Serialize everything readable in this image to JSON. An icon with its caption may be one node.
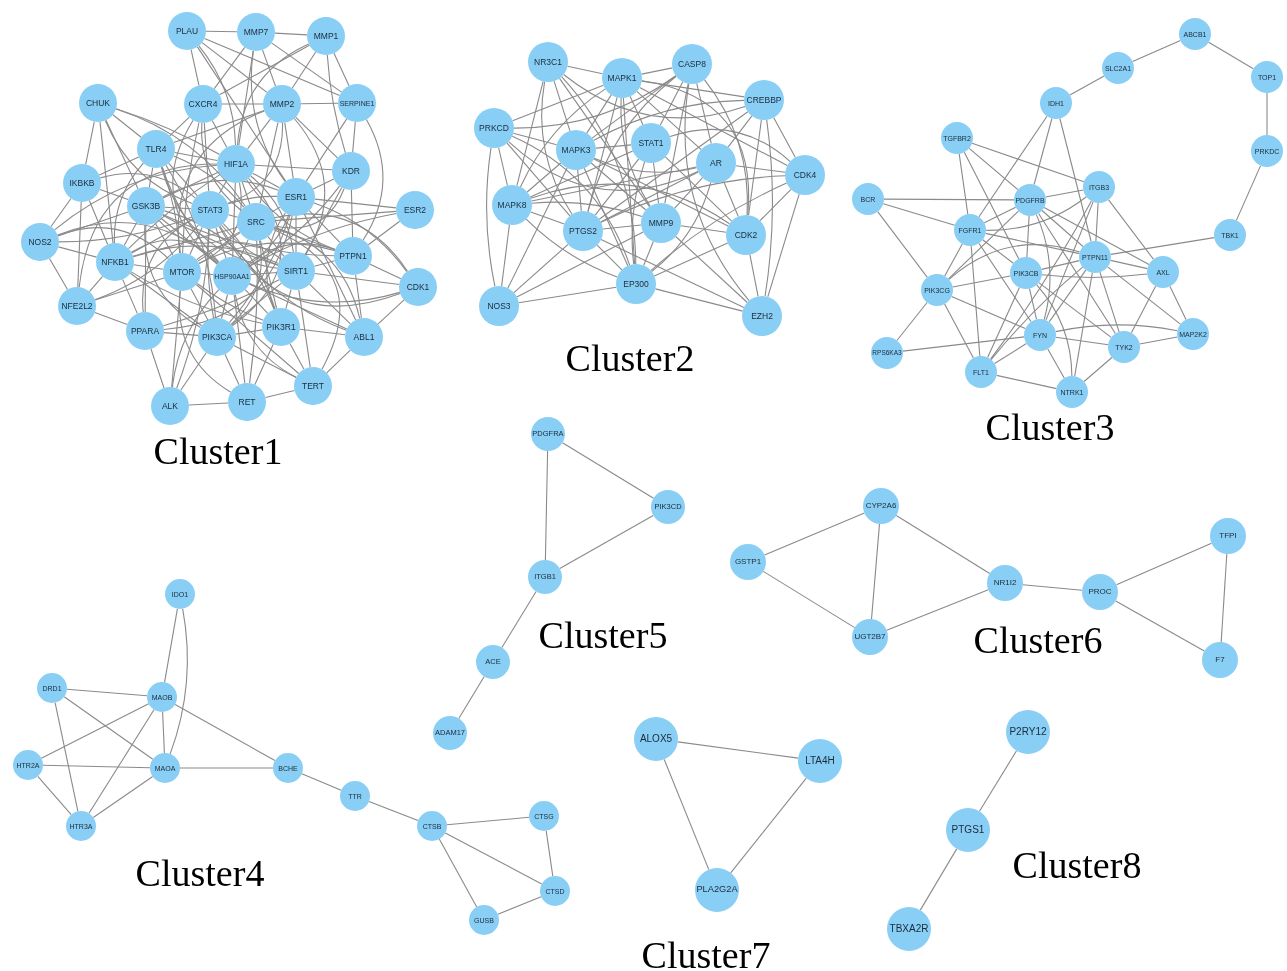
{
  "diagram": {
    "nodes": [
      {
        "text": [
          "PLAU"
        ]
      },
      {
        "text": [
          "MMP7"
        ]
      },
      {
        "text": [
          "MMP1"
        ]
      },
      {
        "text": [
          "CHUK"
        ]
      },
      {
        "text": [
          "CXCR4"
        ]
      },
      {
        "text": [
          "MMP2"
        ]
      },
      {
        "text": [
          "SERPINE1"
        ]
      },
      {
        "text": [
          "TLR4"
        ]
      },
      {
        "text": [
          "HIF1A"
        ]
      },
      {
        "text": [
          "KDR"
        ]
      },
      {
        "text": [
          "IKBKB"
        ]
      },
      {
        "text": [
          "GSK3B"
        ]
      },
      {
        "text": [
          "STAT3"
        ]
      },
      {
        "text": [
          "SRC"
        ]
      },
      {
        "text": [
          "ESR1"
        ]
      },
      {
        "text": [
          "ESR2"
        ]
      },
      {
        "text": [
          "NOS2"
        ]
      },
      {
        "text": [
          "NFKB1"
        ]
      },
      {
        "text": [
          "MTOR"
        ]
      },
      {
        "text": [
          "HSP90AA1"
        ]
      },
      {
        "text": [
          "SIRT1"
        ]
      },
      {
        "text": [
          "PTPN1"
        ]
      },
      {
        "text": [
          "CDK1"
        ]
      },
      {
        "text": [
          "NFE2L2"
        ]
      },
      {
        "text": [
          "PPARA"
        ]
      },
      {
        "text": [
          "PIK3CA"
        ]
      },
      {
        "text": [
          "PIK3R1"
        ]
      },
      {
        "text": [
          "ABL1"
        ]
      },
      {
        "text": [
          "TERT"
        ]
      },
      {
        "text": [
          "RET"
        ]
      },
      {
        "text": [
          "ALK"
        ]
      },
      {
        "text": [
          "NR3C1"
        ]
      },
      {
        "text": [
          "MAPK1"
        ]
      },
      {
        "text": [
          "CASP8"
        ]
      },
      {
        "text": [
          "CREBBP"
        ]
      },
      {
        "text": [
          "PRKCD"
        ]
      },
      {
        "text": [
          "MAPK3"
        ]
      },
      {
        "text": [
          "STAT1"
        ]
      },
      {
        "text": [
          "AR"
        ]
      },
      {
        "text": [
          "CDK4"
        ]
      },
      {
        "text": [
          "MAPK8"
        ]
      },
      {
        "text": [
          "PTGS2"
        ]
      },
      {
        "text": [
          "MMP9"
        ]
      },
      {
        "text": [
          "CDK2"
        ]
      },
      {
        "text": [
          "EP300"
        ]
      },
      {
        "text": [
          "NOS3"
        ]
      },
      {
        "text": [
          "EZH2"
        ]
      },
      {
        "text": [
          "ABCB1"
        ]
      },
      {
        "text": [
          "TOP1"
        ]
      },
      {
        "text": [
          "SLC2A1"
        ]
      },
      {
        "text": [
          "IDH1"
        ]
      },
      {
        "text": [
          "PRKDC"
        ]
      },
      {
        "text": [
          "TGFBR2"
        ]
      },
      {
        "text": [
          "ITGB3"
        ]
      },
      {
        "text": [
          "BCR"
        ]
      },
      {
        "text": [
          "PDGFRB"
        ]
      },
      {
        "text": [
          "FGFR1"
        ]
      },
      {
        "text": [
          "TBK1"
        ]
      },
      {
        "text": [
          "PTPN11"
        ]
      },
      {
        "text": [
          "AXL"
        ]
      },
      {
        "text": [
          "PIK3CB"
        ]
      },
      {
        "text": [
          "PIK3CG"
        ]
      },
      {
        "text": [
          "FYN"
        ]
      },
      {
        "text": [
          "MAP2K2"
        ]
      },
      {
        "text": [
          "TYK2"
        ]
      },
      {
        "text": [
          "RPS6KA3"
        ]
      },
      {
        "text": [
          "FLT1"
        ]
      },
      {
        "text": [
          "NTRK1"
        ]
      },
      {
        "text": [
          "IDO1"
        ]
      },
      {
        "text": [
          "DRD1"
        ]
      },
      {
        "text": [
          "MAOB"
        ]
      },
      {
        "text": [
          "HTR2A"
        ]
      },
      {
        "text": [
          "MAOA"
        ]
      },
      {
        "text": [
          "BCHE"
        ]
      },
      {
        "text": [
          "TTR"
        ]
      },
      {
        "text": [
          "HTR3A"
        ]
      },
      {
        "text": [
          "CTSB"
        ]
      },
      {
        "text": [
          "CTSG"
        ]
      },
      {
        "text": [
          "CTSD"
        ]
      },
      {
        "text": [
          "GUSB"
        ]
      },
      {
        "text": [
          "PDGFRA"
        ]
      },
      {
        "text": [
          "PIK3CD"
        ]
      },
      {
        "text": [
          "ITGB1"
        ]
      },
      {
        "text": [
          "ACE"
        ]
      },
      {
        "text": [
          "ADAM17"
        ]
      },
      {
        "text": [
          "CYP2A6"
        ]
      },
      {
        "text": [
          "TFPI"
        ]
      },
      {
        "text": [
          "GSTP1"
        ]
      },
      {
        "text": [
          "NR1I2"
        ]
      },
      {
        "text": [
          "PROC"
        ]
      },
      {
        "text": [
          "UGT2B7"
        ]
      },
      {
        "text": [
          "F7"
        ]
      },
      {
        "text": [
          "ALOX5"
        ]
      },
      {
        "text": [
          "LTA4H"
        ]
      },
      {
        "text": [
          "PLA2G2A"
        ]
      },
      {
        "text": [
          "P2RY12"
        ]
      },
      {
        "text": [
          "PTGS1"
        ]
      },
      {
        "text": [
          "TBXA2R"
        ]
      }
    ],
    "edges": [
      {
        "from": 0,
        "to": 1,
        "arrow": "none"
      },
      {
        "from": 0,
        "to": 4,
        "arrow": "none"
      },
      {
        "from": 0,
        "to": 5,
        "arrow": "none"
      },
      {
        "from": 0,
        "to": 6,
        "arrow": "none"
      },
      {
        "from": 0,
        "to": 8,
        "arrow": "none"
      },
      {
        "from": 0,
        "to": 14,
        "arrow": "none"
      },
      {
        "from": 1,
        "to": 2,
        "arrow": "none"
      },
      {
        "from": 1,
        "to": 4,
        "arrow": "none"
      },
      {
        "from": 1,
        "to": 5,
        "arrow": "none"
      },
      {
        "from": 1,
        "to": 6,
        "arrow": "none"
      },
      {
        "from": 1,
        "to": 8,
        "arrow": "none"
      },
      {
        "from": 1,
        "to": 14,
        "arrow": "none"
      },
      {
        "from": 2,
        "to": 4,
        "arrow": "none"
      },
      {
        "from": 2,
        "to": 5,
        "arrow": "none"
      },
      {
        "from": 2,
        "to": 6,
        "arrow": "none"
      },
      {
        "from": 2,
        "to": 8,
        "arrow": "none"
      },
      {
        "from": 2,
        "to": 9,
        "arrow": "none"
      },
      {
        "from": 3,
        "to": 7,
        "arrow": "none"
      },
      {
        "from": 3,
        "to": 8,
        "arrow": "none"
      },
      {
        "from": 3,
        "to": 10,
        "arrow": "none"
      },
      {
        "from": 3,
        "to": 11,
        "arrow": "none"
      },
      {
        "from": 3,
        "to": 12,
        "arrow": "none"
      },
      {
        "from": 3,
        "to": 13,
        "arrow": "none"
      },
      {
        "from": 3,
        "to": 17,
        "arrow": "none"
      },
      {
        "from": 4,
        "to": 5,
        "arrow": "none"
      },
      {
        "from": 4,
        "to": 7,
        "arrow": "none"
      },
      {
        "from": 4,
        "to": 8,
        "arrow": "none"
      },
      {
        "from": 4,
        "to": 12,
        "arrow": "none"
      },
      {
        "from": 4,
        "to": 13,
        "arrow": "none"
      },
      {
        "from": 4,
        "to": 18,
        "arrow": "none"
      },
      {
        "from": 4,
        "to": 19,
        "arrow": "none"
      },
      {
        "from": 5,
        "to": 6,
        "arrow": "none"
      },
      {
        "from": 5,
        "to": 7,
        "arrow": "none"
      },
      {
        "from": 5,
        "to": 8,
        "arrow": "none"
      },
      {
        "from": 5,
        "to": 9,
        "arrow": "none"
      },
      {
        "from": 5,
        "to": 12,
        "arrow": "none"
      },
      {
        "from": 5,
        "to": 13,
        "arrow": "none"
      },
      {
        "from": 5,
        "to": 14,
        "arrow": "none"
      },
      {
        "from": 5,
        "to": 18,
        "arrow": "none"
      },
      {
        "from": 5,
        "to": 20,
        "arrow": "none"
      },
      {
        "from": 6,
        "to": 9,
        "arrow": "none"
      },
      {
        "from": 6,
        "to": 14,
        "arrow": "none"
      },
      {
        "from": 6,
        "to": 21,
        "arrow": "none"
      },
      {
        "from": 7,
        "to": 8,
        "arrow": "none"
      },
      {
        "from": 7,
        "to": 10,
        "arrow": "none"
      },
      {
        "from": 7,
        "to": 11,
        "arrow": "none"
      },
      {
        "from": 7,
        "to": 12,
        "arrow": "none"
      },
      {
        "from": 7,
        "to": 13,
        "arrow": "none"
      },
      {
        "from": 7,
        "to": 17,
        "arrow": "none"
      },
      {
        "from": 7,
        "to": 18,
        "arrow": "none"
      },
      {
        "from": 7,
        "to": 19,
        "arrow": "none"
      },
      {
        "from": 7,
        "to": 20,
        "arrow": "none"
      },
      {
        "from": 7,
        "to": 25,
        "arrow": "none"
      },
      {
        "from": 8,
        "to": 9,
        "arrow": "none"
      },
      {
        "from": 8,
        "to": 11,
        "arrow": "none"
      },
      {
        "from": 8,
        "to": 12,
        "arrow": "none"
      },
      {
        "from": 8,
        "to": 13,
        "arrow": "none"
      },
      {
        "from": 8,
        "to": 14,
        "arrow": "none"
      },
      {
        "from": 8,
        "to": 16,
        "arrow": "none"
      },
      {
        "from": 8,
        "to": 17,
        "arrow": "none"
      },
      {
        "from": 8,
        "to": 18,
        "arrow": "none"
      },
      {
        "from": 8,
        "to": 19,
        "arrow": "none"
      },
      {
        "from": 8,
        "to": 20,
        "arrow": "none"
      },
      {
        "from": 8,
        "to": 21,
        "arrow": "none"
      },
      {
        "from": 8,
        "to": 23,
        "arrow": "none"
      },
      {
        "from": 8,
        "to": 25,
        "arrow": "none"
      },
      {
        "from": 9,
        "to": 13,
        "arrow": "none"
      },
      {
        "from": 9,
        "to": 14,
        "arrow": "none"
      },
      {
        "from": 9,
        "to": 19,
        "arrow": "none"
      },
      {
        "from": 9,
        "to": 20,
        "arrow": "none"
      },
      {
        "from": 9,
        "to": 21,
        "arrow": "none"
      },
      {
        "from": 10,
        "to": 11,
        "arrow": "none"
      },
      {
        "from": 10,
        "to": 12,
        "arrow": "none"
      },
      {
        "from": 10,
        "to": 16,
        "arrow": "none"
      },
      {
        "from": 10,
        "to": 17,
        "arrow": "none"
      },
      {
        "from": 10,
        "to": 23,
        "arrow": "none"
      },
      {
        "from": 11,
        "to": 12,
        "arrow": "none"
      },
      {
        "from": 11,
        "to": 13,
        "arrow": "none"
      },
      {
        "from": 11,
        "to": 14,
        "arrow": "none"
      },
      {
        "from": 11,
        "to": 16,
        "arrow": "none"
      },
      {
        "from": 11,
        "to": 17,
        "arrow": "none"
      },
      {
        "from": 11,
        "to": 18,
        "arrow": "none"
      },
      {
        "from": 11,
        "to": 19,
        "arrow": "none"
      },
      {
        "from": 11,
        "to": 20,
        "arrow": "none"
      },
      {
        "from": 11,
        "to": 21,
        "arrow": "none"
      },
      {
        "from": 11,
        "to": 24,
        "arrow": "none"
      },
      {
        "from": 11,
        "to": 25,
        "arrow": "none"
      },
      {
        "from": 11,
        "to": 26,
        "arrow": "none"
      },
      {
        "from": 12,
        "to": 13,
        "arrow": "none"
      },
      {
        "from": 12,
        "to": 14,
        "arrow": "none"
      },
      {
        "from": 12,
        "to": 16,
        "arrow": "none"
      },
      {
        "from": 12,
        "to": 17,
        "arrow": "none"
      },
      {
        "from": 12,
        "to": 18,
        "arrow": "none"
      },
      {
        "from": 12,
        "to": 19,
        "arrow": "none"
      },
      {
        "from": 12,
        "to": 20,
        "arrow": "none"
      },
      {
        "from": 12,
        "to": 22,
        "arrow": "none"
      },
      {
        "from": 12,
        "to": 23,
        "arrow": "none"
      },
      {
        "from": 12,
        "to": 24,
        "arrow": "none"
      },
      {
        "from": 12,
        "to": 25,
        "arrow": "none"
      },
      {
        "from": 12,
        "to": 26,
        "arrow": "none"
      },
      {
        "from": 12,
        "to": 27,
        "arrow": "none"
      },
      {
        "from": 12,
        "to": 30,
        "arrow": "none"
      },
      {
        "from": 13,
        "to": 14,
        "arrow": "none"
      },
      {
        "from": 13,
        "to": 15,
        "arrow": "none"
      },
      {
        "from": 13,
        "to": 17,
        "arrow": "none"
      },
      {
        "from": 13,
        "to": 18,
        "arrow": "none"
      },
      {
        "from": 13,
        "to": 19,
        "arrow": "none"
      },
      {
        "from": 13,
        "to": 20,
        "arrow": "none"
      },
      {
        "from": 13,
        "to": 21,
        "arrow": "none"
      },
      {
        "from": 13,
        "to": 22,
        "arrow": "none"
      },
      {
        "from": 13,
        "to": 25,
        "arrow": "none"
      },
      {
        "from": 13,
        "to": 26,
        "arrow": "none"
      },
      {
        "from": 13,
        "to": 27,
        "arrow": "none"
      },
      {
        "from": 13,
        "to": 28,
        "arrow": "none"
      },
      {
        "from": 13,
        "to": 29,
        "arrow": "none"
      },
      {
        "from": 14,
        "to": 15,
        "arrow": "none"
      },
      {
        "from": 14,
        "to": 19,
        "arrow": "none"
      },
      {
        "from": 14,
        "to": 20,
        "arrow": "none"
      },
      {
        "from": 14,
        "to": 21,
        "arrow": "none"
      },
      {
        "from": 14,
        "to": 22,
        "arrow": "none"
      },
      {
        "from": 14,
        "to": 24,
        "arrow": "none"
      },
      {
        "from": 14,
        "to": 25,
        "arrow": "none"
      },
      {
        "from": 14,
        "to": 26,
        "arrow": "none"
      },
      {
        "from": 14,
        "to": 27,
        "arrow": "none"
      },
      {
        "from": 15,
        "to": 19,
        "arrow": "none"
      },
      {
        "from": 15,
        "to": 21,
        "arrow": "none"
      },
      {
        "from": 16,
        "to": 17,
        "arrow": "none"
      },
      {
        "from": 16,
        "to": 18,
        "arrow": "none"
      },
      {
        "from": 16,
        "to": 19,
        "arrow": "none"
      },
      {
        "from": 16,
        "to": 23,
        "arrow": "none"
      },
      {
        "from": 17,
        "to": 18,
        "arrow": "none"
      },
      {
        "from": 17,
        "to": 19,
        "arrow": "none"
      },
      {
        "from": 17,
        "to": 20,
        "arrow": "none"
      },
      {
        "from": 17,
        "to": 23,
        "arrow": "none"
      },
      {
        "from": 17,
        "to": 24,
        "arrow": "none"
      },
      {
        "from": 17,
        "to": 25,
        "arrow": "none"
      },
      {
        "from": 17,
        "to": 26,
        "arrow": "none"
      },
      {
        "from": 18,
        "to": 19,
        "arrow": "none"
      },
      {
        "from": 18,
        "to": 20,
        "arrow": "none"
      },
      {
        "from": 18,
        "to": 21,
        "arrow": "none"
      },
      {
        "from": 18,
        "to": 23,
        "arrow": "none"
      },
      {
        "from": 18,
        "to": 25,
        "arrow": "none"
      },
      {
        "from": 18,
        "to": 26,
        "arrow": "none"
      },
      {
        "from": 18,
        "to": 28,
        "arrow": "none"
      },
      {
        "from": 18,
        "to": 29,
        "arrow": "none"
      },
      {
        "from": 18,
        "to": 30,
        "arrow": "none"
      },
      {
        "from": 19,
        "to": 20,
        "arrow": "none"
      },
      {
        "from": 19,
        "to": 21,
        "arrow": "none"
      },
      {
        "from": 19,
        "to": 22,
        "arrow": "none"
      },
      {
        "from": 19,
        "to": 25,
        "arrow": "none"
      },
      {
        "from": 19,
        "to": 26,
        "arrow": "none"
      },
      {
        "from": 19,
        "to": 27,
        "arrow": "none"
      },
      {
        "from": 19,
        "to": 28,
        "arrow": "none"
      },
      {
        "from": 19,
        "to": 29,
        "arrow": "none"
      },
      {
        "from": 19,
        "to": 30,
        "arrow": "none"
      },
      {
        "from": 20,
        "to": 21,
        "arrow": "none"
      },
      {
        "from": 20,
        "to": 22,
        "arrow": "none"
      },
      {
        "from": 20,
        "to": 24,
        "arrow": "none"
      },
      {
        "from": 20,
        "to": 25,
        "arrow": "none"
      },
      {
        "from": 20,
        "to": 26,
        "arrow": "none"
      },
      {
        "from": 20,
        "to": 27,
        "arrow": "none"
      },
      {
        "from": 20,
        "to": 28,
        "arrow": "none"
      },
      {
        "from": 21,
        "to": 22,
        "arrow": "none"
      },
      {
        "from": 21,
        "to": 27,
        "arrow": "none"
      },
      {
        "from": 22,
        "to": 27,
        "arrow": "none"
      },
      {
        "from": 23,
        "to": 24,
        "arrow": "none"
      },
      {
        "from": 24,
        "to": 25,
        "arrow": "none"
      },
      {
        "from": 24,
        "to": 30,
        "arrow": "none"
      },
      {
        "from": 25,
        "to": 26,
        "arrow": "none"
      },
      {
        "from": 25,
        "to": 28,
        "arrow": "none"
      },
      {
        "from": 25,
        "to": 29,
        "arrow": "none"
      },
      {
        "from": 25,
        "to": 30,
        "arrow": "none"
      },
      {
        "from": 26,
        "to": 27,
        "arrow": "none"
      },
      {
        "from": 26,
        "to": 28,
        "arrow": "none"
      },
      {
        "from": 26,
        "to": 29,
        "arrow": "none"
      },
      {
        "from": 27,
        "to": 28,
        "arrow": "none"
      },
      {
        "from": 28,
        "to": 29,
        "arrow": "none"
      },
      {
        "from": 29,
        "to": 30,
        "arrow": "none"
      },
      {
        "from": 31,
        "to": 32,
        "arrow": "none"
      },
      {
        "from": 31,
        "to": 34,
        "arrow": "none"
      },
      {
        "from": 31,
        "to": 36,
        "arrow": "none"
      },
      {
        "from": 31,
        "to": 40,
        "arrow": "none"
      },
      {
        "from": 31,
        "to": 41,
        "arrow": "none"
      },
      {
        "from": 31,
        "to": 42,
        "arrow": "none"
      },
      {
        "from": 31,
        "to": 44,
        "arrow": "none"
      },
      {
        "from": 32,
        "to": 33,
        "arrow": "none"
      },
      {
        "from": 32,
        "to": 34,
        "arrow": "none"
      },
      {
        "from": 32,
        "to": 35,
        "arrow": "none"
      },
      {
        "from": 32,
        "to": 36,
        "arrow": "none"
      },
      {
        "from": 32,
        "to": 37,
        "arrow": "none"
      },
      {
        "from": 32,
        "to": 38,
        "arrow": "none"
      },
      {
        "from": 32,
        "to": 39,
        "arrow": "none"
      },
      {
        "from": 32,
        "to": 40,
        "arrow": "none"
      },
      {
        "from": 32,
        "to": 41,
        "arrow": "none"
      },
      {
        "from": 32,
        "to": 42,
        "arrow": "none"
      },
      {
        "from": 32,
        "to": 43,
        "arrow": "none"
      },
      {
        "from": 32,
        "to": 44,
        "arrow": "none"
      },
      {
        "from": 33,
        "to": 35,
        "arrow": "none"
      },
      {
        "from": 33,
        "to": 36,
        "arrow": "none"
      },
      {
        "from": 33,
        "to": 37,
        "arrow": "none"
      },
      {
        "from": 33,
        "to": 38,
        "arrow": "none"
      },
      {
        "from": 33,
        "to": 41,
        "arrow": "none"
      },
      {
        "from": 33,
        "to": 42,
        "arrow": "none"
      },
      {
        "from": 33,
        "to": 43,
        "arrow": "none"
      },
      {
        "from": 33,
        "to": 46,
        "arrow": "none"
      },
      {
        "from": 34,
        "to": 36,
        "arrow": "none"
      },
      {
        "from": 34,
        "to": 38,
        "arrow": "none"
      },
      {
        "from": 34,
        "to": 39,
        "arrow": "none"
      },
      {
        "from": 34,
        "to": 41,
        "arrow": "none"
      },
      {
        "from": 34,
        "to": 43,
        "arrow": "none"
      },
      {
        "from": 34,
        "to": 46,
        "arrow": "none"
      },
      {
        "from": 35,
        "to": 36,
        "arrow": "none"
      },
      {
        "from": 35,
        "to": 38,
        "arrow": "none"
      },
      {
        "from": 35,
        "to": 40,
        "arrow": "none"
      },
      {
        "from": 35,
        "to": 41,
        "arrow": "none"
      },
      {
        "from": 35,
        "to": 44,
        "arrow": "none"
      },
      {
        "from": 35,
        "to": 45,
        "arrow": "none"
      },
      {
        "from": 36,
        "to": 37,
        "arrow": "none"
      },
      {
        "from": 36,
        "to": 38,
        "arrow": "none"
      },
      {
        "from": 36,
        "to": 40,
        "arrow": "none"
      },
      {
        "from": 36,
        "to": 41,
        "arrow": "none"
      },
      {
        "from": 36,
        "to": 42,
        "arrow": "none"
      },
      {
        "from": 36,
        "to": 43,
        "arrow": "none"
      },
      {
        "from": 36,
        "to": 44,
        "arrow": "none"
      },
      {
        "from": 36,
        "to": 45,
        "arrow": "none"
      },
      {
        "from": 37,
        "to": 39,
        "arrow": "none"
      },
      {
        "from": 37,
        "to": 40,
        "arrow": "none"
      },
      {
        "from": 37,
        "to": 41,
        "arrow": "none"
      },
      {
        "from": 37,
        "to": 42,
        "arrow": "none"
      },
      {
        "from": 37,
        "to": 43,
        "arrow": "none"
      },
      {
        "from": 37,
        "to": 44,
        "arrow": "none"
      },
      {
        "from": 38,
        "to": 39,
        "arrow": "none"
      },
      {
        "from": 38,
        "to": 40,
        "arrow": "none"
      },
      {
        "from": 38,
        "to": 41,
        "arrow": "none"
      },
      {
        "from": 38,
        "to": 42,
        "arrow": "none"
      },
      {
        "from": 38,
        "to": 43,
        "arrow": "none"
      },
      {
        "from": 38,
        "to": 44,
        "arrow": "none"
      },
      {
        "from": 39,
        "to": 41,
        "arrow": "none"
      },
      {
        "from": 39,
        "to": 43,
        "arrow": "none"
      },
      {
        "from": 39,
        "to": 44,
        "arrow": "none"
      },
      {
        "from": 39,
        "to": 46,
        "arrow": "none"
      },
      {
        "from": 40,
        "to": 41,
        "arrow": "none"
      },
      {
        "from": 40,
        "to": 42,
        "arrow": "none"
      },
      {
        "from": 40,
        "to": 43,
        "arrow": "none"
      },
      {
        "from": 40,
        "to": 44,
        "arrow": "none"
      },
      {
        "from": 40,
        "to": 45,
        "arrow": "none"
      },
      {
        "from": 41,
        "to": 42,
        "arrow": "none"
      },
      {
        "from": 41,
        "to": 44,
        "arrow": "none"
      },
      {
        "from": 41,
        "to": 45,
        "arrow": "none"
      },
      {
        "from": 41,
        "to": 46,
        "arrow": "none"
      },
      {
        "from": 42,
        "to": 43,
        "arrow": "none"
      },
      {
        "from": 42,
        "to": 44,
        "arrow": "none"
      },
      {
        "from": 42,
        "to": 45,
        "arrow": "none"
      },
      {
        "from": 42,
        "to": 46,
        "arrow": "none"
      },
      {
        "from": 43,
        "to": 44,
        "arrow": "none"
      },
      {
        "from": 43,
        "to": 46,
        "arrow": "none"
      },
      {
        "from": 44,
        "to": 45,
        "arrow": "none"
      },
      {
        "from": 44,
        "to": 46,
        "arrow": "none"
      },
      {
        "from": 47,
        "to": 48,
        "arrow": "none"
      },
      {
        "from": 47,
        "to": 49,
        "arrow": "none"
      },
      {
        "from": 48,
        "to": 51,
        "arrow": "none"
      },
      {
        "from": 49,
        "to": 50,
        "arrow": "none"
      },
      {
        "from": 50,
        "to": 55,
        "arrow": "none"
      },
      {
        "from": 50,
        "to": 56,
        "arrow": "none"
      },
      {
        "from": 50,
        "to": 58,
        "arrow": "none"
      },
      {
        "from": 51,
        "to": 57,
        "arrow": "none"
      },
      {
        "from": 52,
        "to": 53,
        "arrow": "none"
      },
      {
        "from": 52,
        "to": 55,
        "arrow": "none"
      },
      {
        "from": 52,
        "to": 56,
        "arrow": "none"
      },
      {
        "from": 52,
        "to": 60,
        "arrow": "none"
      },
      {
        "from": 53,
        "to": 55,
        "arrow": "none"
      },
      {
        "from": 53,
        "to": 56,
        "arrow": "none"
      },
      {
        "from": 53,
        "to": 58,
        "arrow": "none"
      },
      {
        "from": 53,
        "to": 59,
        "arrow": "none"
      },
      {
        "from": 53,
        "to": 62,
        "arrow": "none"
      },
      {
        "from": 53,
        "to": 66,
        "arrow": "none"
      },
      {
        "from": 54,
        "to": 55,
        "arrow": "none"
      },
      {
        "from": 54,
        "to": 56,
        "arrow": "none"
      },
      {
        "from": 54,
        "to": 61,
        "arrow": "none"
      },
      {
        "from": 55,
        "to": 56,
        "arrow": "none"
      },
      {
        "from": 55,
        "to": 58,
        "arrow": "none"
      },
      {
        "from": 55,
        "to": 59,
        "arrow": "none"
      },
      {
        "from": 55,
        "to": 60,
        "arrow": "none"
      },
      {
        "from": 55,
        "to": 61,
        "arrow": "none"
      },
      {
        "from": 55,
        "to": 62,
        "arrow": "none"
      },
      {
        "from": 55,
        "to": 64,
        "arrow": "none"
      },
      {
        "from": 56,
        "to": 58,
        "arrow": "none"
      },
      {
        "from": 56,
        "to": 60,
        "arrow": "none"
      },
      {
        "from": 56,
        "to": 61,
        "arrow": "none"
      },
      {
        "from": 56,
        "to": 62,
        "arrow": "none"
      },
      {
        "from": 56,
        "to": 66,
        "arrow": "none"
      },
      {
        "from": 57,
        "to": 58,
        "arrow": "none"
      },
      {
        "from": 58,
        "to": 59,
        "arrow": "none"
      },
      {
        "from": 58,
        "to": 60,
        "arrow": "none"
      },
      {
        "from": 58,
        "to": 61,
        "arrow": "none"
      },
      {
        "from": 58,
        "to": 62,
        "arrow": "none"
      },
      {
        "from": 58,
        "to": 63,
        "arrow": "none"
      },
      {
        "from": 58,
        "to": 64,
        "arrow": "none"
      },
      {
        "from": 58,
        "to": 66,
        "arrow": "none"
      },
      {
        "from": 58,
        "to": 67,
        "arrow": "none"
      },
      {
        "from": 59,
        "to": 60,
        "arrow": "none"
      },
      {
        "from": 59,
        "to": 63,
        "arrow": "none"
      },
      {
        "from": 59,
        "to": 64,
        "arrow": "none"
      },
      {
        "from": 60,
        "to": 61,
        "arrow": "none"
      },
      {
        "from": 60,
        "to": 62,
        "arrow": "none"
      },
      {
        "from": 60,
        "to": 64,
        "arrow": "none"
      },
      {
        "from": 60,
        "to": 66,
        "arrow": "none"
      },
      {
        "from": 60,
        "to": 67,
        "arrow": "none"
      },
      {
        "from": 61,
        "to": 62,
        "arrow": "none"
      },
      {
        "from": 61,
        "to": 65,
        "arrow": "none"
      },
      {
        "from": 61,
        "to": 66,
        "arrow": "none"
      },
      {
        "from": 62,
        "to": 63,
        "arrow": "none"
      },
      {
        "from": 62,
        "to": 64,
        "arrow": "none"
      },
      {
        "from": 62,
        "to": 65,
        "arrow": "none"
      },
      {
        "from": 62,
        "to": 66,
        "arrow": "none"
      },
      {
        "from": 62,
        "to": 67,
        "arrow": "none"
      },
      {
        "from": 63,
        "to": 64,
        "arrow": "none"
      },
      {
        "from": 64,
        "to": 67,
        "arrow": "none"
      },
      {
        "from": 66,
        "to": 67,
        "arrow": "none"
      },
      {
        "from": 68,
        "to": 70,
        "arrow": "none"
      },
      {
        "from": 68,
        "to": 72,
        "arrow": "none"
      },
      {
        "from": 69,
        "to": 70,
        "arrow": "none"
      },
      {
        "from": 69,
        "to": 72,
        "arrow": "none"
      },
      {
        "from": 69,
        "to": 75,
        "arrow": "none"
      },
      {
        "from": 70,
        "to": 71,
        "arrow": "none"
      },
      {
        "from": 70,
        "to": 72,
        "arrow": "none"
      },
      {
        "from": 70,
        "to": 73,
        "arrow": "none"
      },
      {
        "from": 70,
        "to": 75,
        "arrow": "none"
      },
      {
        "from": 71,
        "to": 72,
        "arrow": "none"
      },
      {
        "from": 71,
        "to": 75,
        "arrow": "none"
      },
      {
        "from": 72,
        "to": 73,
        "arrow": "none"
      },
      {
        "from": 72,
        "to": 75,
        "arrow": "none"
      },
      {
        "from": 73,
        "to": 74,
        "arrow": "none"
      },
      {
        "from": 74,
        "to": 76,
        "arrow": "none"
      },
      {
        "from": 76,
        "to": 77,
        "arrow": "none"
      },
      {
        "from": 76,
        "to": 78,
        "arrow": "none"
      },
      {
        "from": 76,
        "to": 79,
        "arrow": "none"
      },
      {
        "from": 77,
        "to": 78,
        "arrow": "none"
      },
      {
        "from": 78,
        "to": 79,
        "arrow": "none"
      },
      {
        "from": 80,
        "to": 81,
        "arrow": "none"
      },
      {
        "from": 80,
        "to": 82,
        "arrow": "none"
      },
      {
        "from": 81,
        "to": 82,
        "arrow": "none"
      },
      {
        "from": 82,
        "to": 83,
        "arrow": "none"
      },
      {
        "from": 83,
        "to": 84,
        "arrow": "none"
      },
      {
        "from": 85,
        "to": 87,
        "arrow": "none"
      },
      {
        "from": 85,
        "to": 90,
        "arrow": "none"
      },
      {
        "from": 85,
        "to": 88,
        "arrow": "none"
      },
      {
        "from": 87,
        "to": 90,
        "arrow": "none"
      },
      {
        "from": 90,
        "to": 88,
        "arrow": "none"
      },
      {
        "from": 88,
        "to": 89,
        "arrow": "none"
      },
      {
        "from": 89,
        "to": 86,
        "arrow": "none"
      },
      {
        "from": 89,
        "to": 91,
        "arrow": "none"
      },
      {
        "from": 86,
        "to": 91,
        "arrow": "none"
      },
      {
        "from": 92,
        "to": 93,
        "arrow": "none"
      },
      {
        "from": 92,
        "to": 94,
        "arrow": "none"
      },
      {
        "from": 93,
        "to": 94,
        "arrow": "none"
      },
      {
        "from": 95,
        "to": 96,
        "arrow": "none"
      },
      {
        "from": 96,
        "to": 97,
        "arrow": "none"
      }
    ],
    "labels": [
      "Cluster1",
      "Cluster2",
      "Cluster3",
      "Cluster4",
      "Cluster5",
      "Cluster6",
      "Cluster7",
      "Cluster8"
    ]
  }
}
